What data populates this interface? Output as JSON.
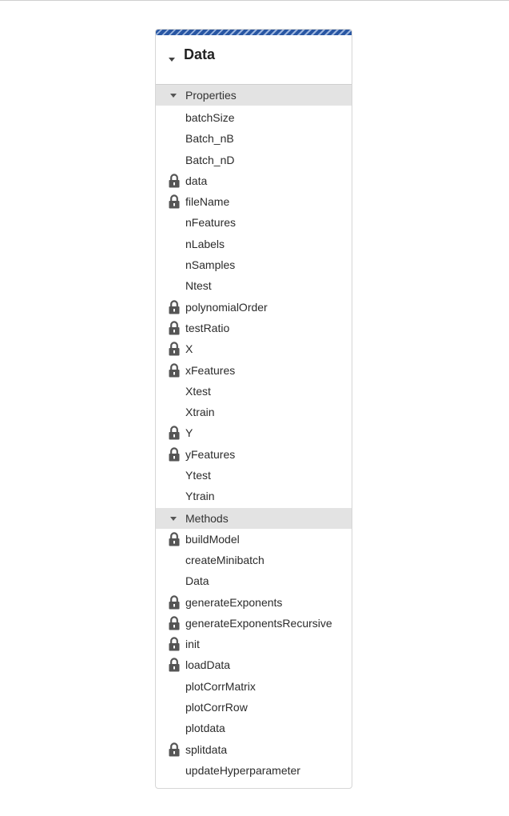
{
  "class_card": {
    "title": "Data",
    "properties": {
      "label": "Properties",
      "items": [
        {
          "name": "batchSize",
          "locked": false
        },
        {
          "name": "Batch_nB",
          "locked": false
        },
        {
          "name": "Batch_nD",
          "locked": false
        },
        {
          "name": "data",
          "locked": true
        },
        {
          "name": "fileName",
          "locked": true
        },
        {
          "name": "nFeatures",
          "locked": false
        },
        {
          "name": "nLabels",
          "locked": false
        },
        {
          "name": "nSamples",
          "locked": false
        },
        {
          "name": "Ntest",
          "locked": false
        },
        {
          "name": "polynomialOrder",
          "locked": true
        },
        {
          "name": "testRatio",
          "locked": true
        },
        {
          "name": "X",
          "locked": true
        },
        {
          "name": "xFeatures",
          "locked": true
        },
        {
          "name": "Xtest",
          "locked": false
        },
        {
          "name": "Xtrain",
          "locked": false
        },
        {
          "name": "Y",
          "locked": true
        },
        {
          "name": "yFeatures",
          "locked": true
        },
        {
          "name": "Ytest",
          "locked": false
        },
        {
          "name": "Ytrain",
          "locked": false
        }
      ]
    },
    "methods": {
      "label": "Methods",
      "items": [
        {
          "name": "buildModel",
          "locked": true
        },
        {
          "name": "createMinibatch",
          "locked": false
        },
        {
          "name": "Data",
          "locked": false
        },
        {
          "name": "generateExponents",
          "locked": true
        },
        {
          "name": "generateExponentsRecursive",
          "locked": true
        },
        {
          "name": "init",
          "locked": true
        },
        {
          "name": "loadData",
          "locked": true
        },
        {
          "name": "plotCorrMatrix",
          "locked": false
        },
        {
          "name": "plotCorrRow",
          "locked": false
        },
        {
          "name": "plotdata",
          "locked": false
        },
        {
          "name": "splitdata",
          "locked": true
        },
        {
          "name": "updateHyperparameter",
          "locked": false
        }
      ]
    },
    "icons": {
      "lock": "lock-icon",
      "collapse": "caret-down-icon"
    },
    "colors": {
      "stripe_dark": "#2856a3",
      "stripe_light": "#9fb7de",
      "section_bg": "#e3e3e3",
      "lock": "#555555"
    }
  }
}
